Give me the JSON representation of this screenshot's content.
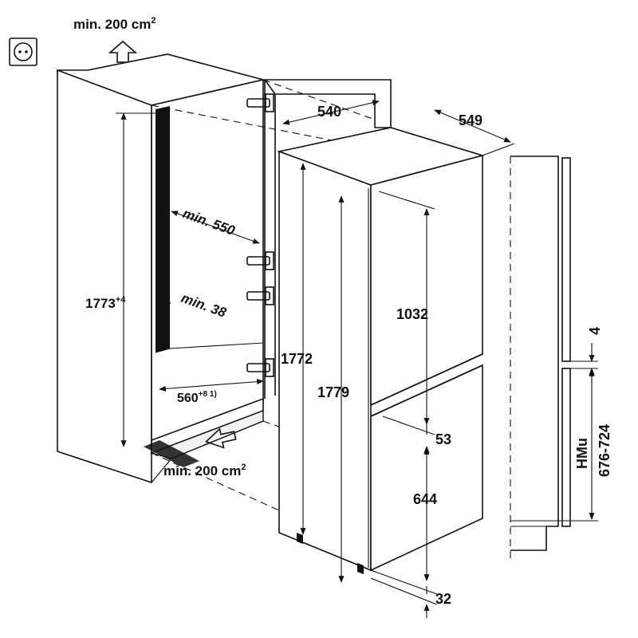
{
  "labels": {
    "vent_top": "min. 200 cm",
    "vent_top_sup": "2",
    "vent_bottom": "min. 200 cm",
    "vent_bottom_sup": "2",
    "niche_height": "1773",
    "niche_height_sup": "+4",
    "niche_width": "560",
    "niche_width_sup": "+8 1)",
    "min_depth": "min. 550",
    "min_gap": "min. 38",
    "width_540": "540",
    "depth_549": "549",
    "height_1772": "1772",
    "height_1779": "1779",
    "fridge_door": "1032",
    "gap_53": "53",
    "freezer_door": "644",
    "bottom_32": "32",
    "top_gap": "4",
    "hmu_label": "HMu",
    "hmu_range": "676-724"
  },
  "icons": {
    "socket": "power-socket-icon",
    "arrow_up": "airflow-up-arrow-icon",
    "arrow_in": "airflow-in-arrow-icon"
  }
}
